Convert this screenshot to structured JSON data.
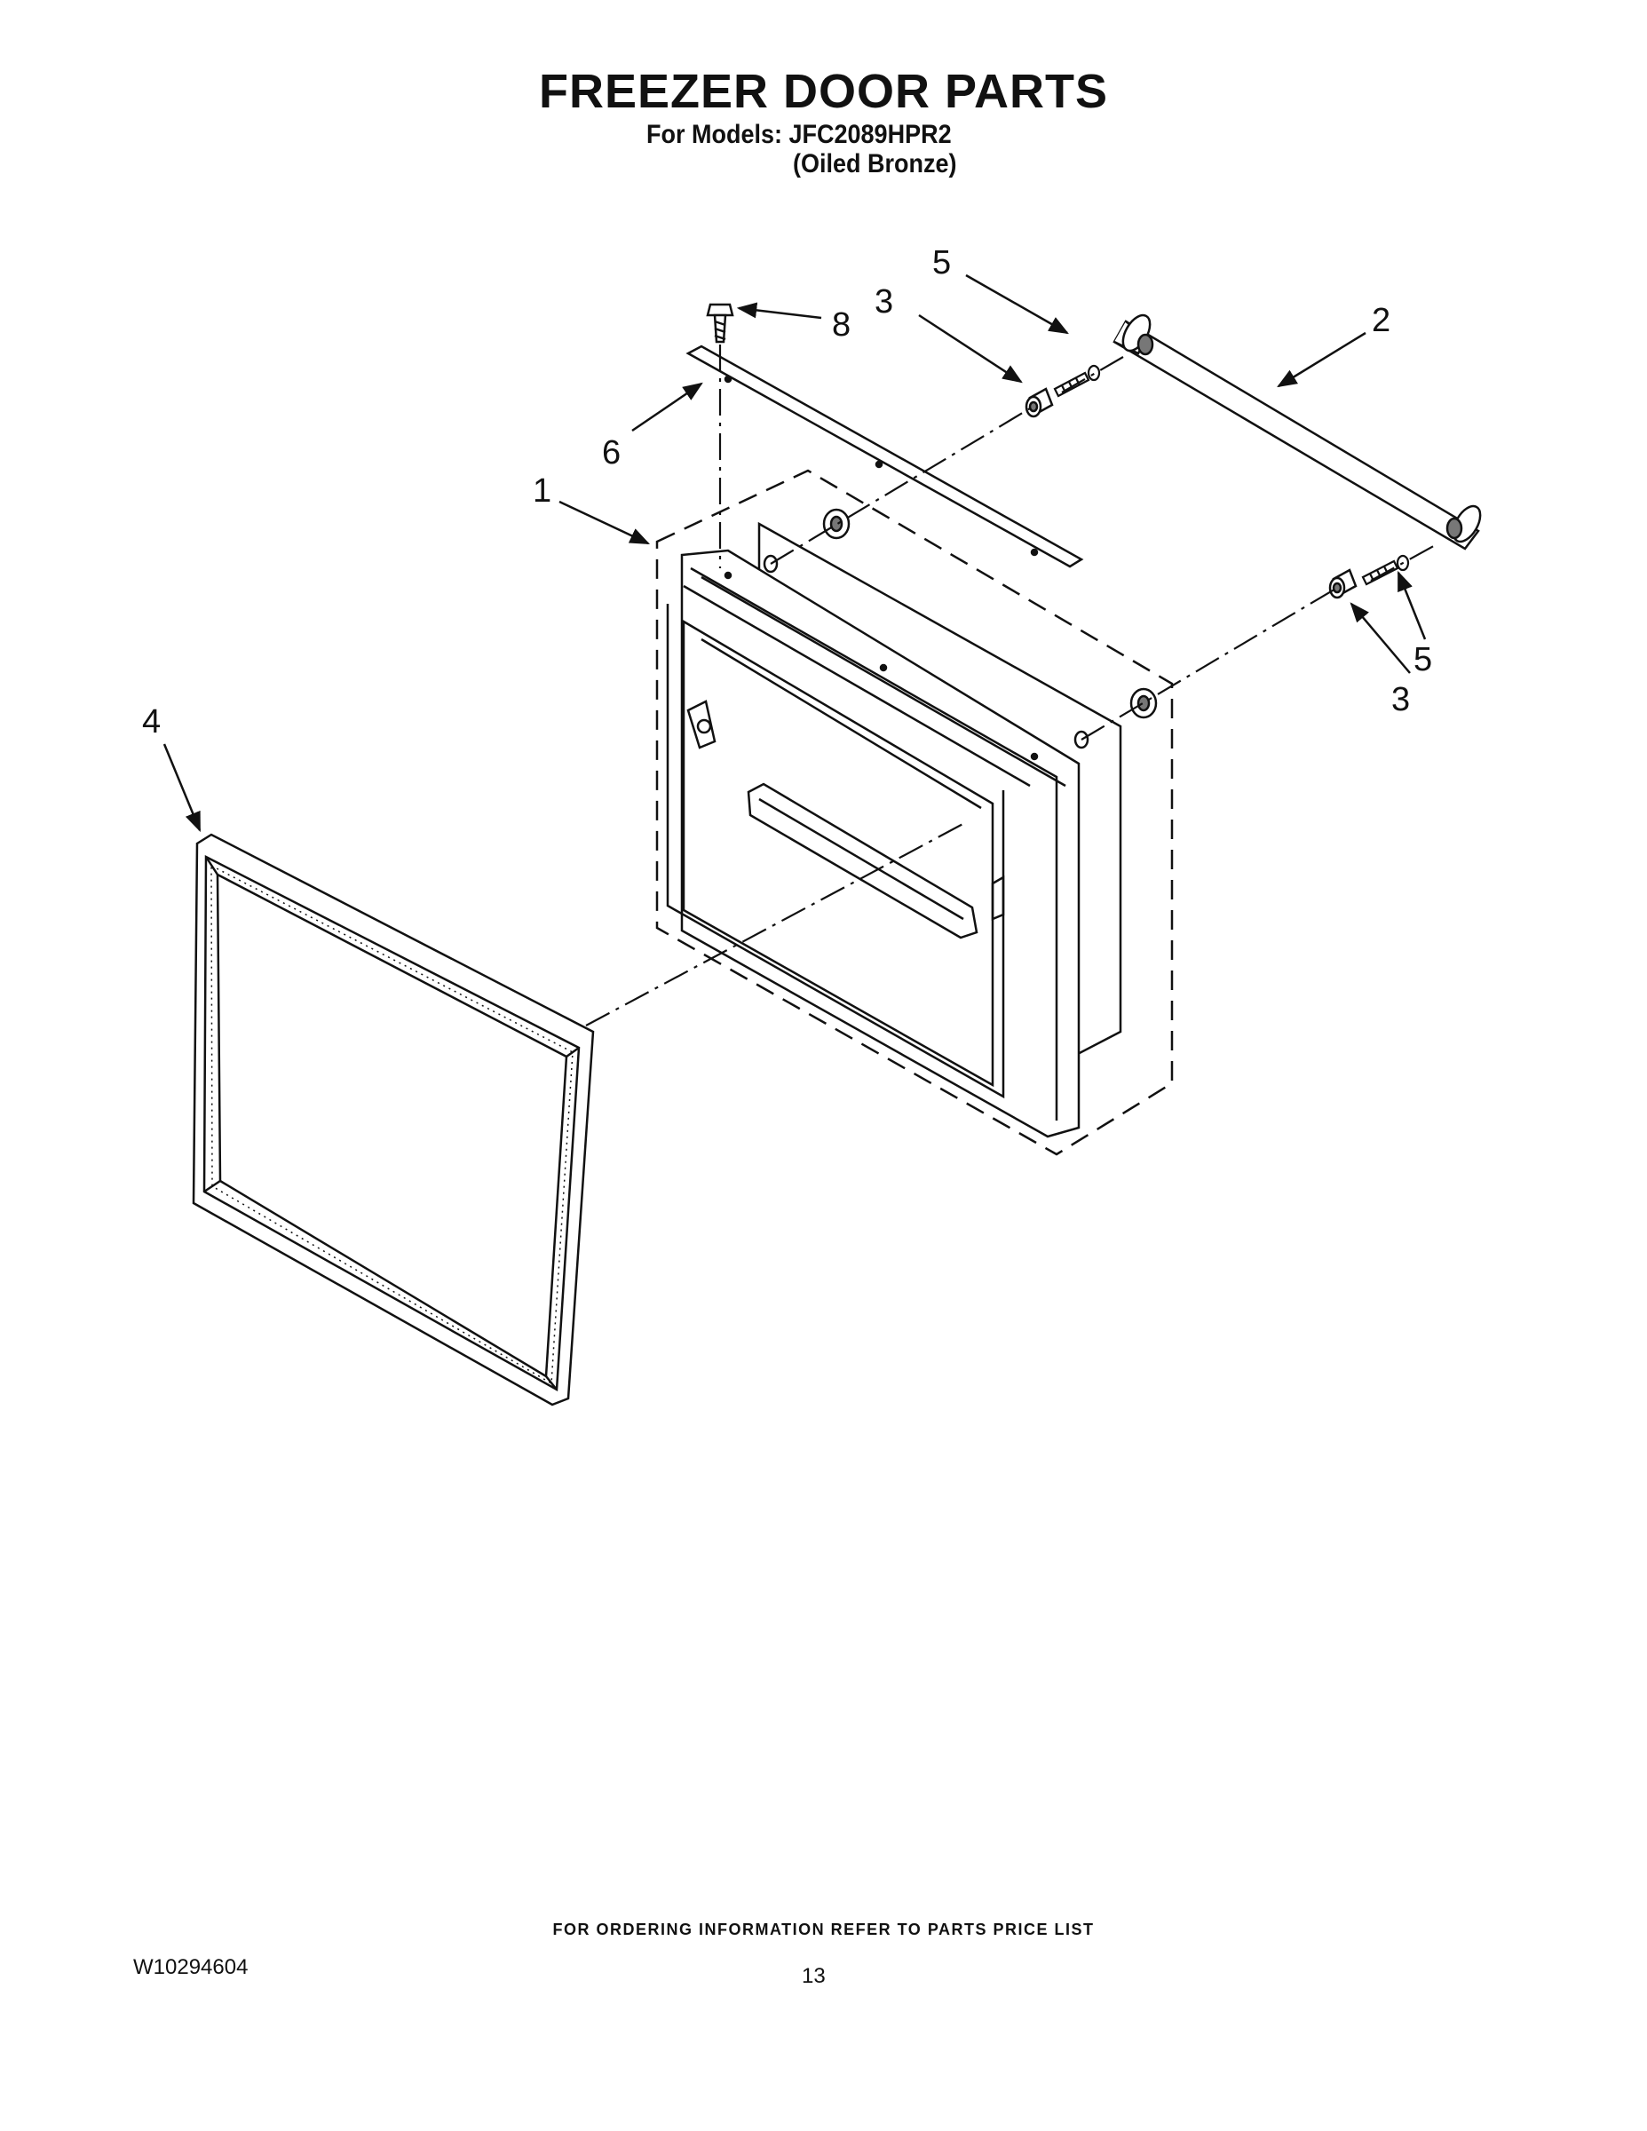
{
  "header": {
    "title": "FREEZER DOOR PARTS",
    "models_line": "For Models: JFC2089HPR2",
    "finish_line": "(Oiled Bronze)"
  },
  "callouts": {
    "c1": "1",
    "c2": "2",
    "c3a": "3",
    "c3b": "3",
    "c4": "4",
    "c5a": "5",
    "c5b": "5",
    "c6": "6",
    "c8": "8"
  },
  "footer": {
    "ordering_note": "FOR ORDERING INFORMATION REFER TO PARTS PRICE LIST",
    "document_number": "W10294604",
    "page_number": "13"
  }
}
